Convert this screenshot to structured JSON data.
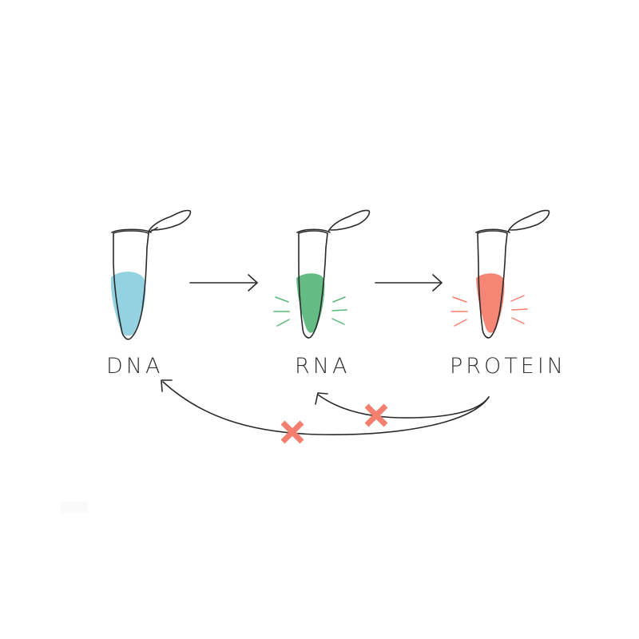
{
  "diagram": {
    "nodes": [
      {
        "id": "dna",
        "label": "DNA",
        "color": "#8ecfdf",
        "glow": false
      },
      {
        "id": "rna",
        "label": "RNA",
        "color": "#5cb77c",
        "glow": true
      },
      {
        "id": "protein",
        "label": "PROTEIN",
        "color": "#f47f6e",
        "glow": true
      }
    ],
    "forward_edges": [
      {
        "from": "dna",
        "to": "rna"
      },
      {
        "from": "rna",
        "to": "protein"
      }
    ],
    "blocked_edges": [
      {
        "from": "protein",
        "to": "rna",
        "marker": "x-icon"
      },
      {
        "from": "protein",
        "to": "dna",
        "marker": "x-icon"
      }
    ],
    "colors": {
      "dna_fill": "#8ecfdf",
      "rna_fill": "#5cb77c",
      "protein_fill": "#f47f6e",
      "blocked_marker": "#f47f6e",
      "outline": "#2a2a2a"
    }
  }
}
